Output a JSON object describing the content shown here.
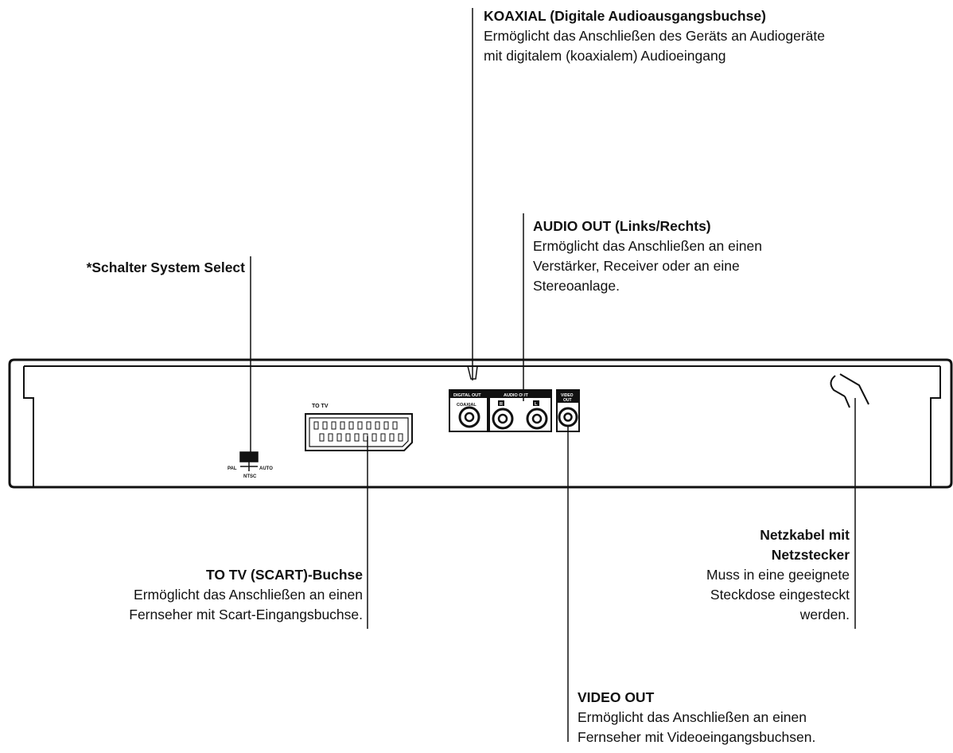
{
  "callouts": {
    "koaxial": {
      "title": "KOAXIAL (Digitale Audioausgangsbuchse)",
      "line1": "Ermöglicht das Anschließen des Geräts an Audiogeräte",
      "line2": "mit digitalem (koaxialem) Audioeingang"
    },
    "audio_out": {
      "title": "AUDIO OUT (Links/Rechts)",
      "line1": "Ermöglicht das Anschließen an einen",
      "line2": "Verstärker, Receiver oder an eine",
      "line3": "Stereoanlage."
    },
    "system_select": {
      "title": "*Schalter System Select"
    },
    "to_tv": {
      "title": "TO TV (SCART)-Buchse",
      "line1": "Ermöglicht das Anschließen an einen",
      "line2": "Fernseher mit Scart-Eingangsbuchse."
    },
    "netzkabel": {
      "title1": "Netzkabel mit",
      "title2": "Netzstecker",
      "line1": "Muss in eine geeignete",
      "line2": "Steckdose eingesteckt",
      "line3": "werden."
    },
    "video_out": {
      "title": "VIDEO OUT",
      "line1": "Ermöglicht das Anschließen an einen",
      "line2": "Fernseher mit Videoeingangsbuchsen."
    }
  },
  "panel_labels": {
    "to_tv": "TO TV",
    "digital_out": "DIGITAL OUT",
    "koaxial": "COAXIAL",
    "audio_out": "AUDIO OUT",
    "audio_r": "R",
    "audio_l": "L",
    "video_out_1": "VIDEO",
    "video_out_2": "OUT",
    "switch_pal": "PAL",
    "switch_auto": "AUTO",
    "switch_ntsc": "NTSC"
  }
}
